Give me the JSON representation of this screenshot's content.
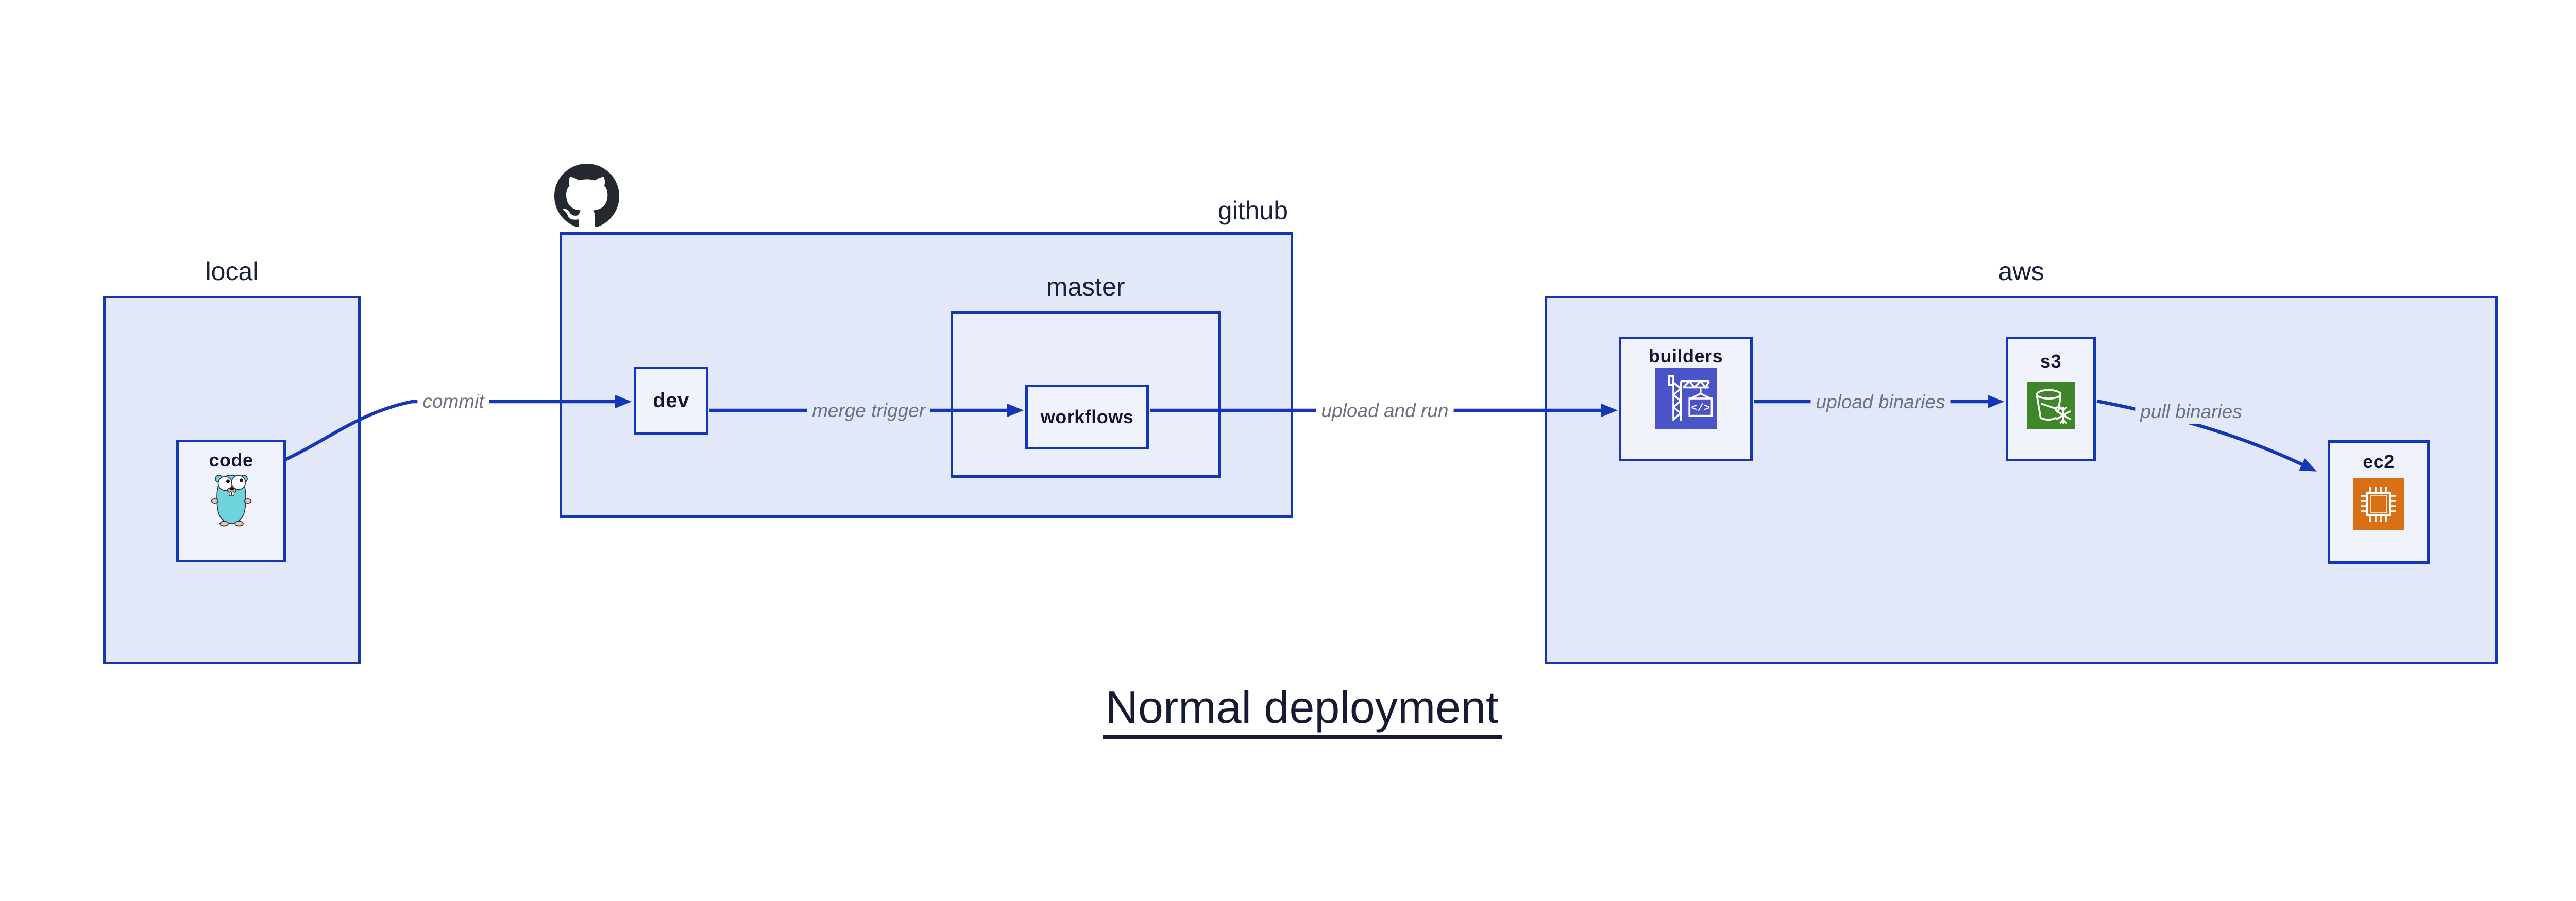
{
  "title": {
    "text": "Normal deployment"
  },
  "containers": {
    "local": {
      "label": "local"
    },
    "github": {
      "label": "github",
      "logo_icon": "github-octocat"
    },
    "master": {
      "label": "master"
    },
    "aws": {
      "label": "aws"
    }
  },
  "nodes": {
    "code": {
      "label": "code",
      "icon": "go-gopher"
    },
    "dev": {
      "label": "dev"
    },
    "workflows": {
      "label": "workflows"
    },
    "builders": {
      "label": "builders",
      "icon": "aws-codebuild-crane"
    },
    "s3": {
      "label": "s3",
      "icon": "aws-s3-glacier-bucket-snowflake"
    },
    "ec2": {
      "label": "ec2",
      "icon": "aws-ec2-chip"
    }
  },
  "edges": [
    {
      "from": "code",
      "to": "dev",
      "label": "commit"
    },
    {
      "from": "dev",
      "to": "workflows",
      "label": "merge trigger"
    },
    {
      "from": "workflows",
      "to": "builders",
      "label": "upload and run"
    },
    {
      "from": "builders",
      "to": "s3",
      "label": "upload binaries"
    },
    {
      "from": "s3",
      "to": "ec2",
      "label": "pull binaries"
    }
  ],
  "colors": {
    "line_blue": "#1437b7",
    "container_fill": "#e2e8f7",
    "master_fill": "#eaeefa",
    "node_fill": "#f0f3fc",
    "navy_text": "#141d3d",
    "edge_label_gray": "#6c7280",
    "codebuild_indigo": "#4a54c8",
    "glacier_green": "#3f8629",
    "ec2_orange": "#d97016",
    "gopher_teal": "#6ed3dc",
    "github_black": "#24292f"
  }
}
